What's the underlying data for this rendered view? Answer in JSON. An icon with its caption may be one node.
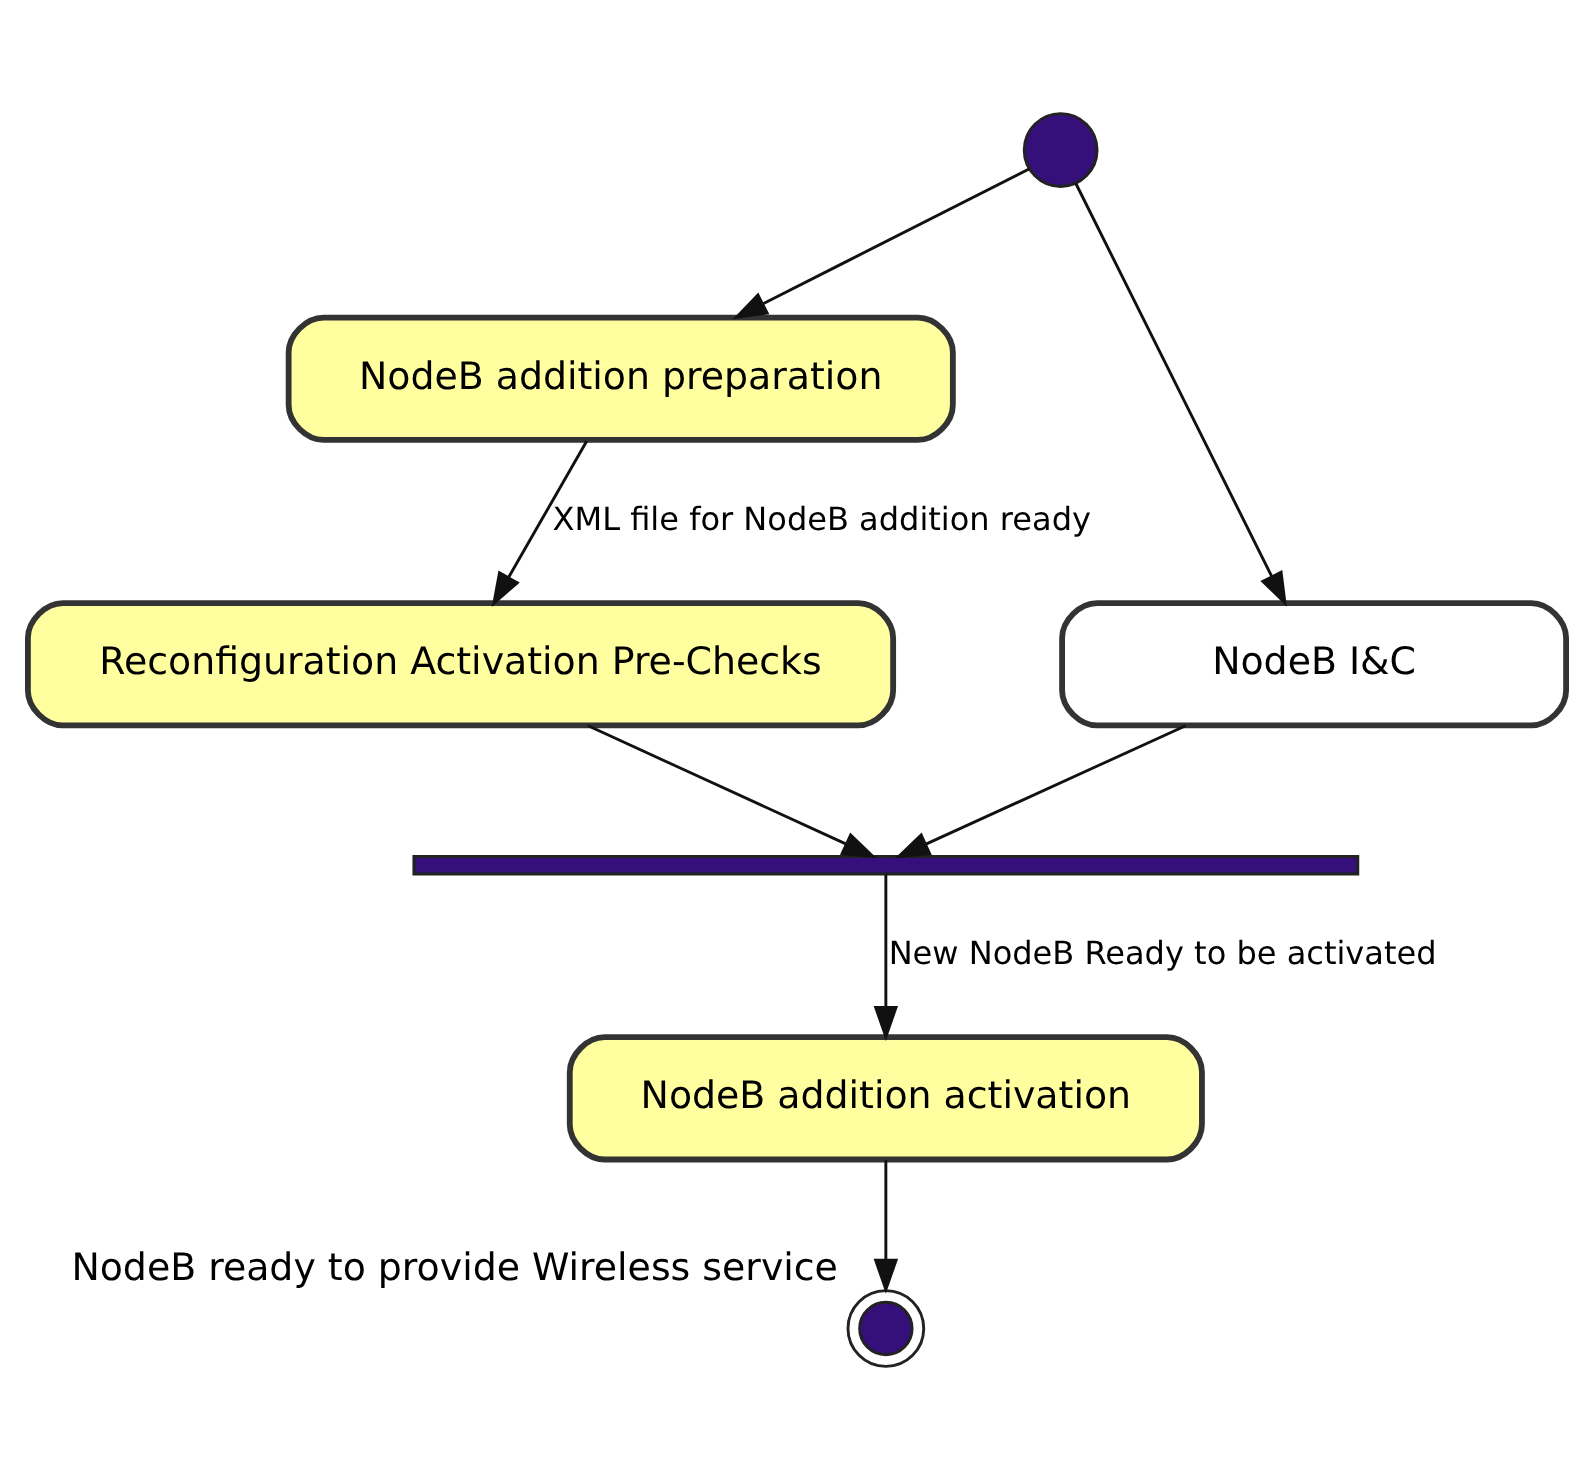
{
  "diagram": {
    "nodes": [
      {
        "text": [],
        "shape": "circle"
      },
      {
        "text": [
          "NodeB addition preparation"
        ]
      },
      {
        "text": [
          "NodeB I&C"
        ]
      },
      {
        "text": [
          "Reconfiguration Activation Pre-Checks"
        ]
      },
      {
        "text": [],
        "shape": "bar"
      },
      {
        "text": [
          "NodeB addition activation"
        ]
      },
      {
        "text": [],
        "shape": "circle",
        "beside": [
          "NodeB ready to provide Wireless service"
        ]
      }
    ],
    "edges": [
      {
        "from": 0,
        "to": 2,
        "arrow": "to"
      },
      {
        "from": 0,
        "to": 1,
        "arrow": "to"
      },
      {
        "from": 1,
        "to": 3,
        "arrow": "to",
        "label": "XML file for NodeB addition ready"
      },
      {
        "from": 2,
        "to": 4,
        "arrow": "to"
      },
      {
        "from": 3,
        "to": 4,
        "arrow": "to"
      },
      {
        "from": 4,
        "to": 5,
        "arrow": "to",
        "label": "New NodeB Ready to be activated"
      },
      {
        "from": 5,
        "to": 6,
        "arrow": "to"
      }
    ]
  }
}
